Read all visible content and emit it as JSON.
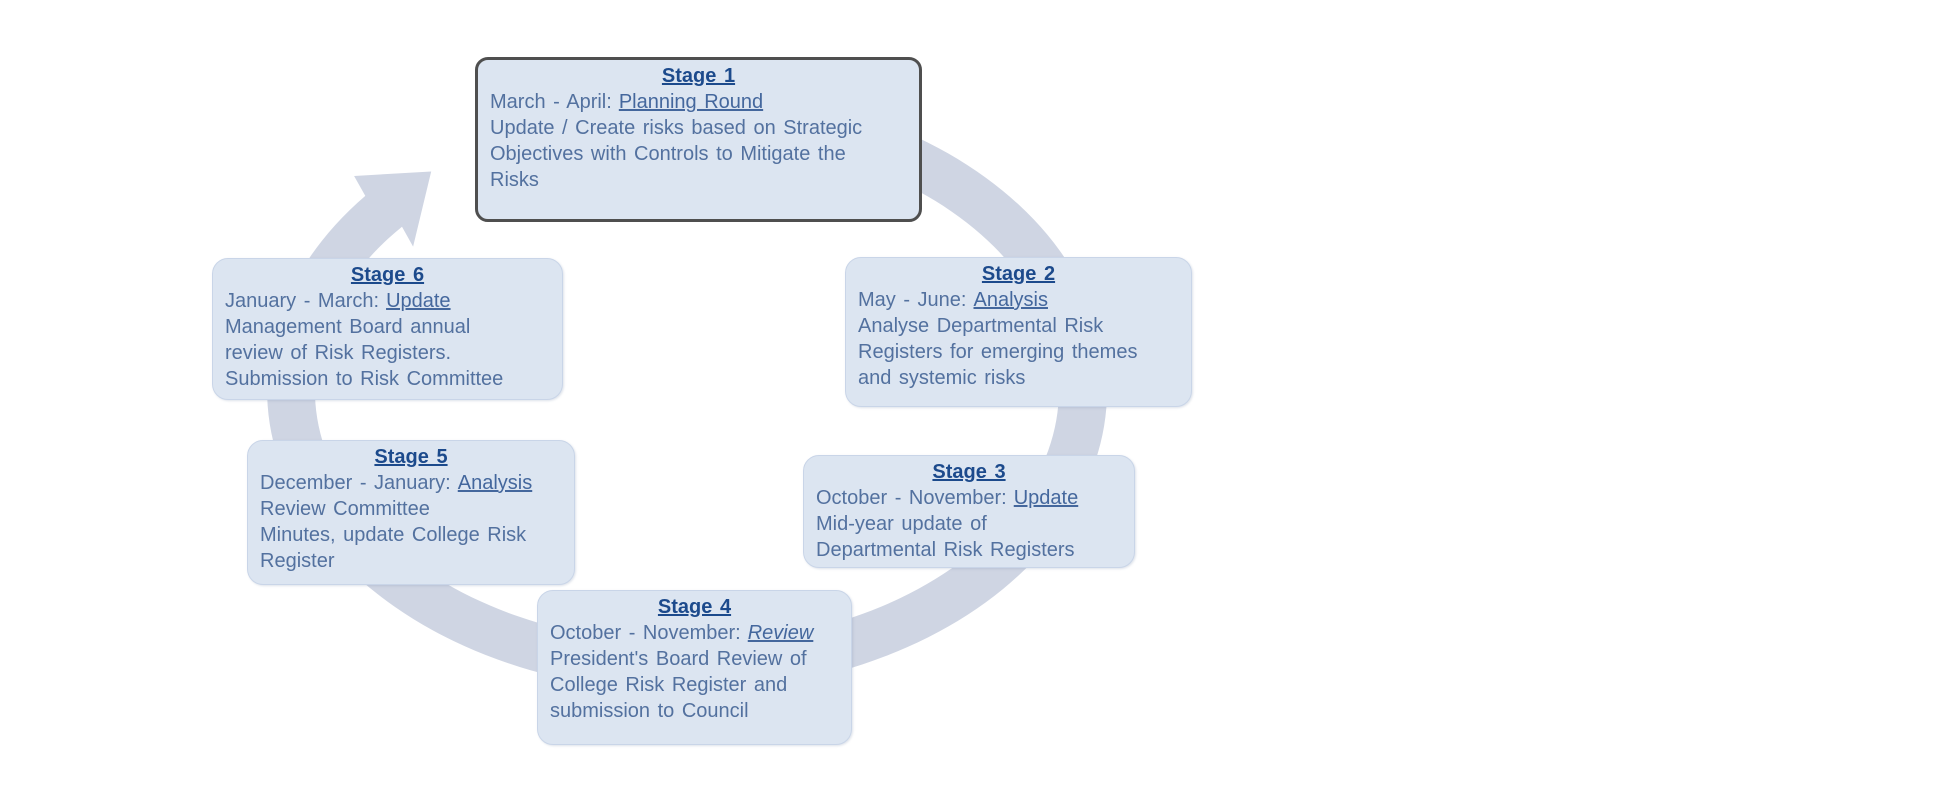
{
  "diagram": {
    "name": "risk-management-annual-cycle",
    "direction": "clockwise",
    "arrow_icon": "clockwise-cycle-arrow-icon",
    "colors": {
      "background": "#ffffff",
      "ring": "#cfd5e3",
      "box_fill": "#dce5f1",
      "box_border": "#c9d5e8",
      "highlight_border": "#4f4f4f",
      "title_text": "#1c4a8c",
      "body_text": "#53719f"
    }
  },
  "stages": [
    {
      "title": "Stage 1",
      "period": "March - April:",
      "keyword": "Planning Round",
      "description": "Update / Create risks based on Strategic\nObjectives with Controls to Mitigate the\nRisks",
      "highlighted": true
    },
    {
      "title": "Stage 2",
      "period": "May - June:",
      "keyword": "Analysis",
      "description": "Analyse Departmental Risk\nRegisters for emerging themes\nand systemic risks",
      "highlighted": false
    },
    {
      "title": "Stage 3",
      "period": "October - November:",
      "keyword": "Update",
      "description": "Mid-year update of\nDepartmental Risk Registers",
      "highlighted": false
    },
    {
      "title": "Stage 4",
      "period": "October - November:",
      "keyword": "Review",
      "description": "President's Board Review of\nCollege Risk Register and\nsubmission to Council",
      "highlighted": false
    },
    {
      "title": "Stage 5",
      "period": "December - January:",
      "keyword": "Analysis",
      "description": "Review Committee\nMinutes, update College Risk\nRegister",
      "highlighted": false
    },
    {
      "title": "Stage 6",
      "period": "January - March:",
      "keyword": "Update",
      "description": "Management Board annual\nreview of Risk Registers.\nSubmission to Risk Committee",
      "highlighted": false
    }
  ]
}
